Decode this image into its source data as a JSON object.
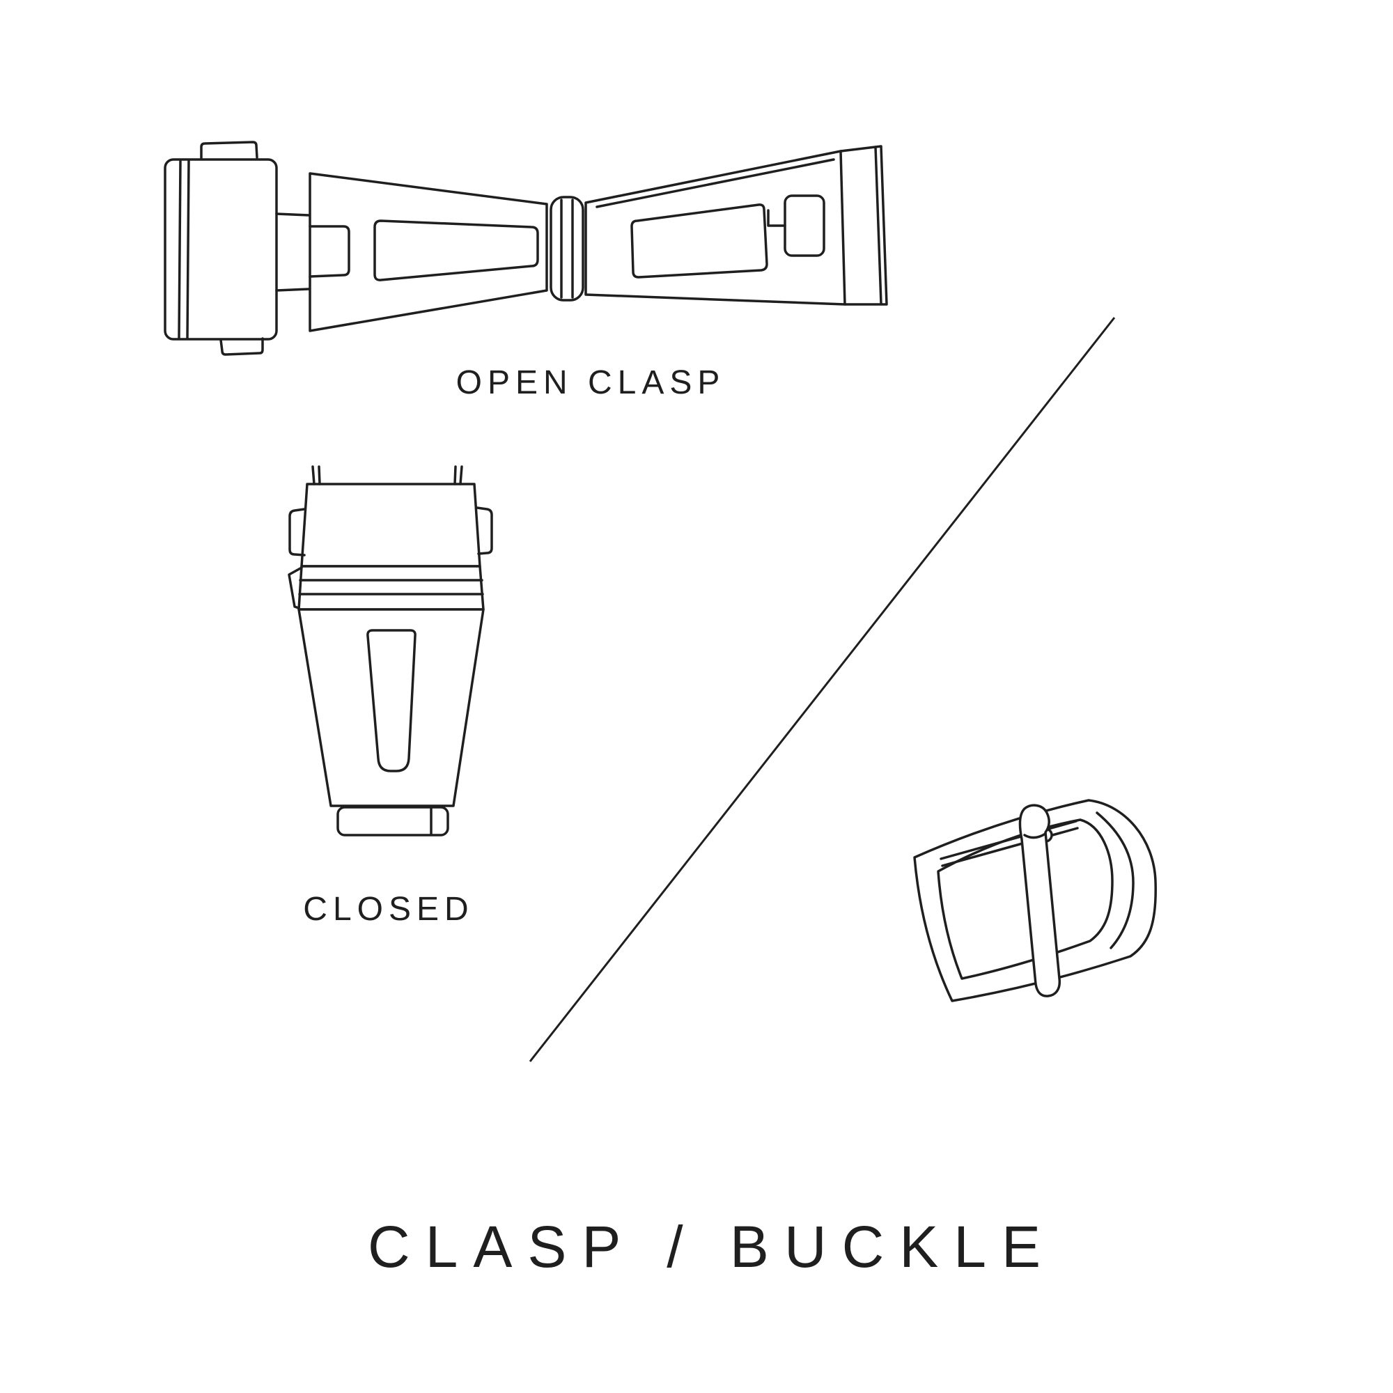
{
  "canvas": {
    "background_color": "#ffffff",
    "line_color": "#1f1f1f",
    "text_color": "#1f1f1f"
  },
  "labels": {
    "open_clasp": "OPEN CLASP",
    "closed": "CLOSED",
    "title": "CLASP / BUCKLE"
  },
  "illustrations": {
    "open_clasp": "open-clasp-line-drawing",
    "closed_clasp": "closed-clasp-line-drawing",
    "buckle": "tang-buckle-line-drawing",
    "divider": "diagonal-divider-line"
  }
}
